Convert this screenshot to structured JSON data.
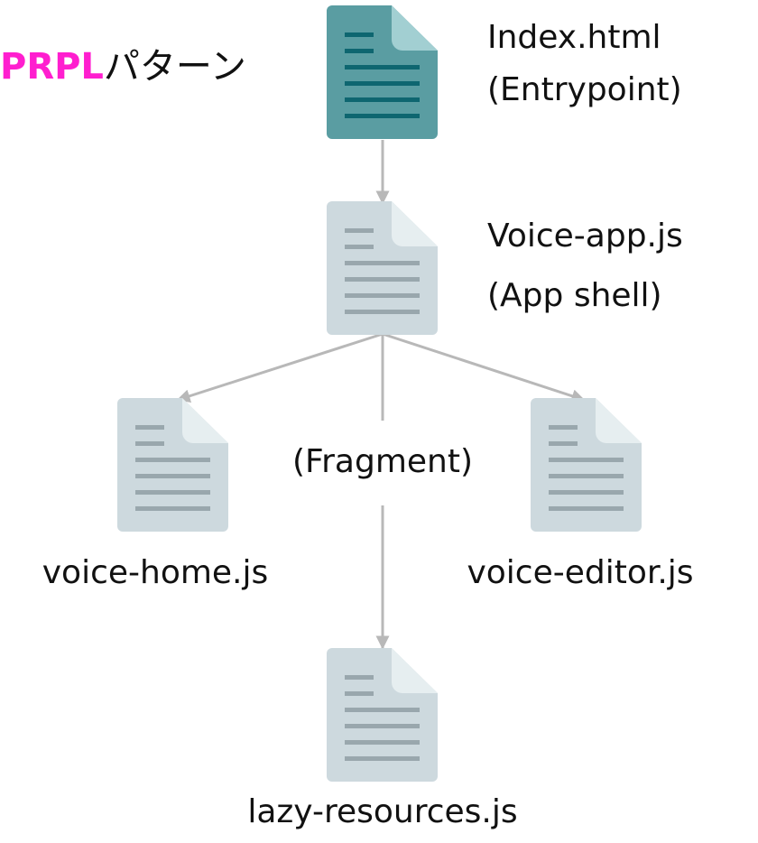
{
  "title": {
    "accent": "PRPL",
    "rest": "パターン"
  },
  "files": {
    "index": {
      "name": "Index.html",
      "role": "(Entrypoint)",
      "icon": "document-icon-teal"
    },
    "app": {
      "name": "Voice-app.js",
      "role": "(App shell)",
      "icon": "document-icon-gray"
    },
    "home": {
      "name": "voice-home.js",
      "icon": "document-icon-gray"
    },
    "editor": {
      "name": "voice-editor.js",
      "icon": "document-icon-gray"
    },
    "lazy": {
      "name": "lazy-resources.js",
      "icon": "document-icon-gray"
    }
  },
  "fragment_label": "(Fragment)",
  "colors": {
    "accent": "#ff1ecf",
    "teal_body": "#5a9da2",
    "teal_fold": "#a2cfd2",
    "teal_lines": "#0e6670",
    "gray_body": "#cdd9de",
    "gray_fold": "#e6eef0",
    "gray_lines": "#99a7ad",
    "arrow": "#b8b8b8"
  }
}
